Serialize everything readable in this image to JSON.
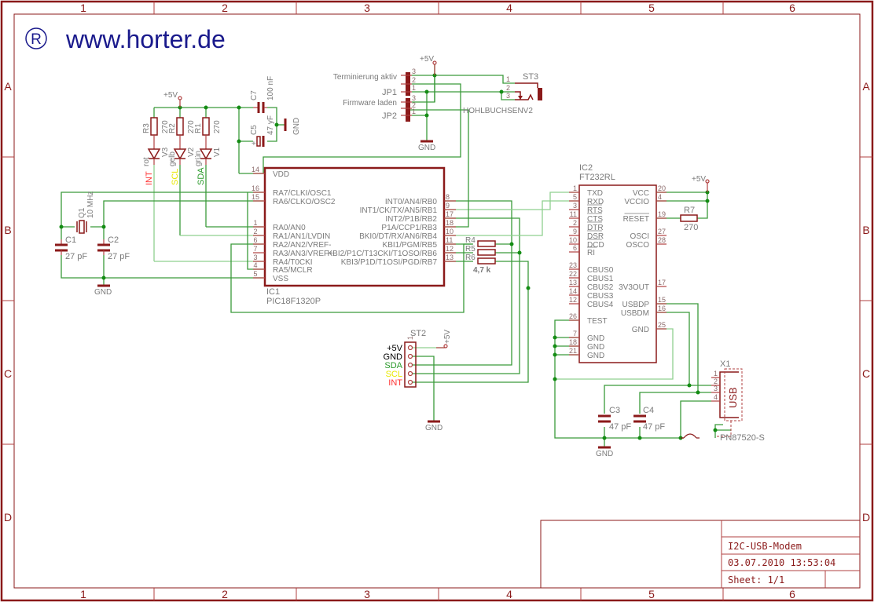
{
  "brand": {
    "registered_symbol": "®",
    "url": "www.horter.de"
  },
  "frame": {
    "columns": [
      "1",
      "2",
      "3",
      "4",
      "5",
      "6"
    ],
    "rows": [
      "A",
      "B",
      "C",
      "D"
    ]
  },
  "title_block": {
    "title": "I2C-USB-Modem",
    "datetime": "03.07.2010 13:53:04",
    "sheet": "Sheet: 1/1"
  },
  "supply": {
    "vcc": "+5V",
    "gnd": "GND"
  },
  "leds": [
    {
      "res": "R3",
      "res_value": "270",
      "led": "V3",
      "color": "rot",
      "signal": "INT",
      "signal_color": "#ff3030"
    },
    {
      "res": "R2",
      "res_value": "270",
      "led": "V2",
      "color": "gelb",
      "signal": "SCL",
      "signal_color": "#e8e800"
    },
    {
      "res": "R1",
      "res_value": "270",
      "led": "V1",
      "color": "grün",
      "signal": "SDA",
      "signal_color": "#2a9a2a"
    }
  ],
  "caps": {
    "C7": {
      "name": "C7",
      "value": "100 nF"
    },
    "C5": {
      "name": "C5",
      "value": "47 yF"
    },
    "C1": {
      "name": "C1",
      "value": "27 pF"
    },
    "C2": {
      "name": "C2",
      "value": "27 pF"
    },
    "C3": {
      "name": "C3",
      "value": "47 pF"
    },
    "C4": {
      "name": "C4",
      "value": "47 pF"
    }
  },
  "crystal": {
    "name": "Q1",
    "value": "10 MHz"
  },
  "jumpers": {
    "jp1_label": "Terminierung aktiv",
    "jp1": "JP1",
    "jp2_label": "Firmware laden",
    "jp2": "JP2"
  },
  "st3": {
    "name": "ST3",
    "type": "HOHLBUCHSENV2",
    "pins": [
      "1",
      "2",
      "3"
    ]
  },
  "ic1": {
    "name": "IC1",
    "part": "PIC18F1320P",
    "left_pins": [
      {
        "num": "14",
        "label": "VDD"
      },
      {
        "num": "16",
        "label": "RA7/CLKI/OSC1"
      },
      {
        "num": "15",
        "label": "RA6/CLKO/OSC2"
      },
      {
        "num": "1",
        "label": "RA0/AN0"
      },
      {
        "num": "2",
        "label": "RA1/AN1/LVDIN"
      },
      {
        "num": "6",
        "label": "RA2/AN2/VREF-"
      },
      {
        "num": "7",
        "label": "RA3/AN3/VREF+"
      },
      {
        "num": "3",
        "label": "RA4/T0CKI"
      },
      {
        "num": "4",
        "label": "RA5/MCLR"
      },
      {
        "num": "5",
        "label": "VSS"
      }
    ],
    "right_pins": [
      {
        "num": "8",
        "label": "INT0/AN4/RB0"
      },
      {
        "num": "9",
        "label": "INT1/CK/TX/AN5/RB1"
      },
      {
        "num": "17",
        "label": "INT2/P1B/RB2"
      },
      {
        "num": "18",
        "label": "P1A/CCP1/RB3"
      },
      {
        "num": "10",
        "label": "BKI0/DT/RX/AN6/RB4"
      },
      {
        "num": "11",
        "label": "KBI1/PGM/RB5"
      },
      {
        "num": "12",
        "label": "KBI2/P1C/T13CKI/T1OSO/RB6"
      },
      {
        "num": "13",
        "label": "KBI3/P1D/T1OSI/PGD/RB7"
      }
    ]
  },
  "pullups": {
    "names": [
      "R4",
      "R5",
      "R6"
    ],
    "value": "4,7 k"
  },
  "st2": {
    "name": "ST2",
    "pin1": "1",
    "pins": [
      {
        "label": "+5V",
        "color": "#000000"
      },
      {
        "label": "GND",
        "color": "#000000"
      },
      {
        "label": "SDA",
        "color": "#2a9a2a"
      },
      {
        "label": "SCL",
        "color": "#e8e800"
      },
      {
        "label": "INT",
        "color": "#ff3030"
      }
    ]
  },
  "ic2": {
    "name": "IC2",
    "part": "FT232RL",
    "left_pins": [
      {
        "num": "1",
        "label": "TXD"
      },
      {
        "num": "5",
        "label": "RXD"
      },
      {
        "num": "3",
        "label": "RTS"
      },
      {
        "num": "11",
        "label": "CTS"
      },
      {
        "num": "2",
        "label": "DTR"
      },
      {
        "num": "9",
        "label": "DSR"
      },
      {
        "num": "10",
        "label": "DCD"
      },
      {
        "num": "6",
        "label": "RI"
      },
      {
        "num": "23",
        "label": "CBUS0"
      },
      {
        "num": "22",
        "label": "CBUS1"
      },
      {
        "num": "13",
        "label": "CBUS2"
      },
      {
        "num": "14",
        "label": "CBUS3"
      },
      {
        "num": "12",
        "label": "CBUS4"
      },
      {
        "num": "26",
        "label": "TEST"
      },
      {
        "num": "7",
        "label": "GND"
      },
      {
        "num": "18",
        "label": "GND"
      },
      {
        "num": "21",
        "label": "GND"
      }
    ],
    "right_pins": [
      {
        "num": "20",
        "label": "VCC"
      },
      {
        "num": "4",
        "label": "VCCIO"
      },
      {
        "num": "19",
        "label": "RESET"
      },
      {
        "num": "27",
        "label": "OSCI"
      },
      {
        "num": "28",
        "label": "OSCO"
      },
      {
        "num": "17",
        "label": "3V3OUT"
      },
      {
        "num": "15",
        "label": "USBDP"
      },
      {
        "num": "16",
        "label": "USBDM"
      },
      {
        "num": "25",
        "label": "GND"
      }
    ]
  },
  "r7": {
    "name": "R7",
    "value": "270"
  },
  "x1": {
    "name": "X1",
    "body": "USB",
    "pins": [
      "1",
      "2",
      "3",
      "4"
    ],
    "footprint": "PN87520-S"
  }
}
